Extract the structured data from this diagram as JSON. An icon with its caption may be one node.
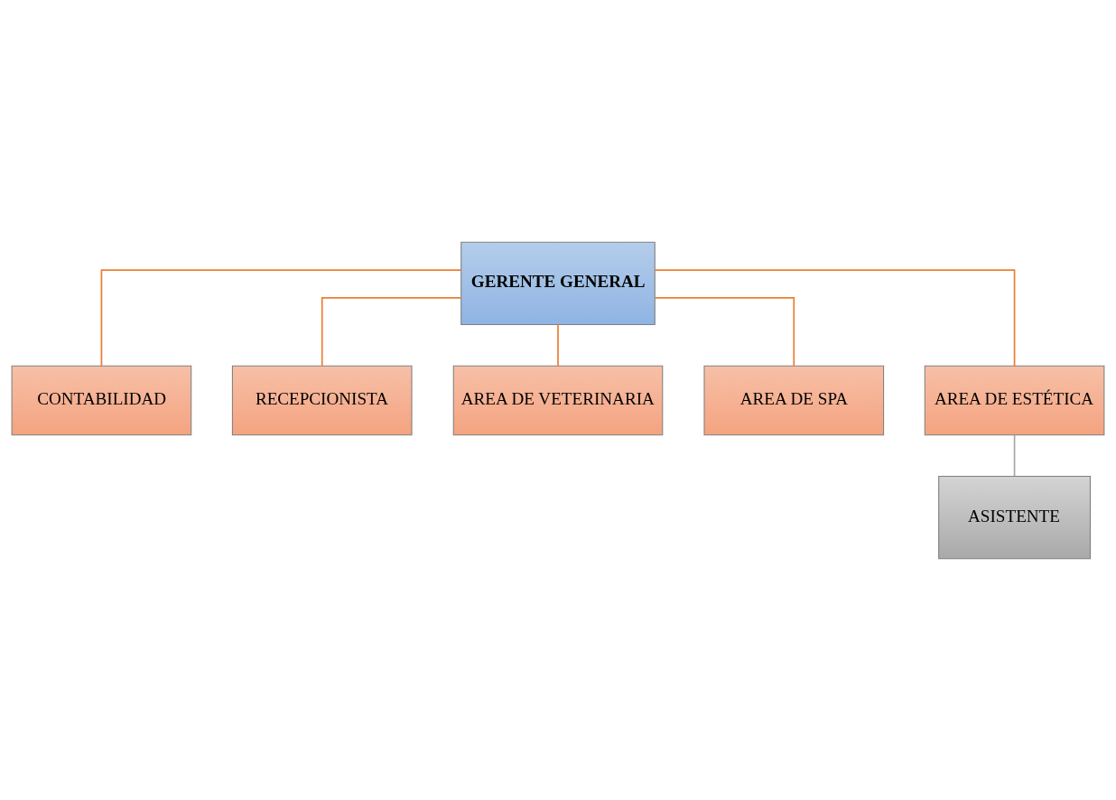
{
  "diagram": {
    "nodes": [
      {
        "text": [
          "GERENTE GENERAL"
        ]
      },
      {
        "text": [
          "CONTABILIDAD"
        ]
      },
      {
        "text": [
          "RECEPCIONISTA"
        ]
      },
      {
        "text": [
          "AREA DE VETERINARIA"
        ]
      },
      {
        "text": [
          "AREA DE SPA"
        ]
      },
      {
        "text": [
          "AREA DE ESTÉTICA"
        ]
      },
      {
        "text": [
          "ASISTENTE"
        ]
      }
    ],
    "edges": [
      {
        "from": 0,
        "to": 1,
        "arrow": "none"
      },
      {
        "from": 0,
        "to": 2,
        "arrow": "none"
      },
      {
        "from": 0,
        "to": 3,
        "arrow": "none"
      },
      {
        "from": 0,
        "to": 4,
        "arrow": "none"
      },
      {
        "from": 0,
        "to": 5,
        "arrow": "none"
      },
      {
        "from": 5,
        "to": 6,
        "arrow": "none",
        "color": "#a5a5a5"
      }
    ]
  }
}
